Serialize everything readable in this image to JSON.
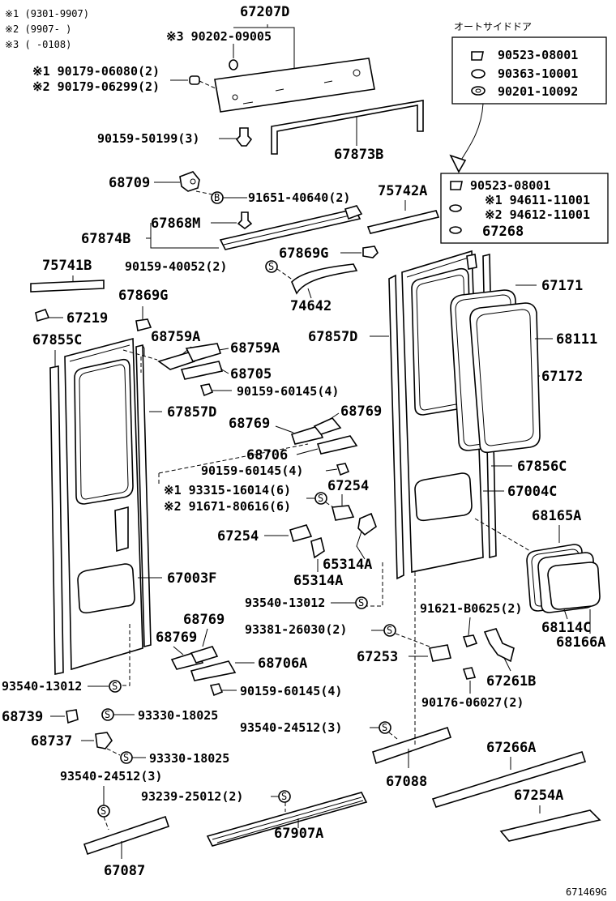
{
  "notes": [
    "※1 (9301-9907)",
    "※2 (9907-      )",
    "※3 (      -0108)"
  ],
  "side_door_title": "オートサイドドア",
  "footer_code": "671469G",
  "labels": {
    "p67207D": "67207D",
    "p90202": "※3 90202-09005",
    "p90179a": "※1 90179-06080(2)",
    "p90179b": "※2 90179-06299(2)",
    "p90159_50199": "90159-50199(3)",
    "p67873B": "67873B",
    "box1_1": "90523-08001",
    "box1_2": "90363-10001",
    "box1_3": "90201-10092",
    "box2_1": "90523-08001",
    "box2_2": "※1 94611-11001",
    "box2_3": "※2 94612-11001",
    "box2_4": "67268",
    "p68709": "68709",
    "p91651": "91651-40640(2)",
    "p75742A": "75742A",
    "p67868M": "67868M",
    "p67874B": "67874B",
    "p67869G_a": "67869G",
    "p90159_40052": "90159-40052(2)",
    "p74642": "74642",
    "p75741B": "75741B",
    "p67869G_b": "67869G",
    "p67219": "67219",
    "p67855C": "67855C",
    "p68759A_a": "68759A",
    "p68759A_b": "68759A",
    "p68705": "68705",
    "p90159_60145_a": "90159-60145(4)",
    "p67857D_left": "67857D",
    "p67857D_right": "67857D",
    "p68769_a": "68769",
    "p68769_b": "68769",
    "p68706": "68706",
    "p90159_60145_b": "90159-60145(4)",
    "p193315": "※1 93315-16014(6)",
    "p291671": "※2 91671-80616(6)",
    "p67254_a": "67254",
    "p67254_b": "67254",
    "p65314A_a": "65314A",
    "p65314A_b": "65314A",
    "p67003F": "67003F",
    "p67171": "67171",
    "p68111": "68111",
    "p67172": "67172",
    "p67856C": "67856C",
    "p67004C": "67004C",
    "p68165A": "68165A",
    "p68114C": "68114C",
    "p68166A": "68166A",
    "p93540_13012_a": "93540-13012",
    "p91621": "91621-B0625(2)",
    "p93381": "93381-26030(2)",
    "p67253": "67253",
    "p67261B": "67261B",
    "p90176": "90176-06027(2)",
    "p68769_c": "68769",
    "p68769_d": "68769",
    "p68706A": "68706A",
    "p90159_60145_c": "90159-60145(4)",
    "p93540_13012_b": "93540-13012",
    "p68739": "68739",
    "p93330_a": "93330-18025",
    "p68737": "68737",
    "p93330_b": "93330-18025",
    "p93540_24512_a": "93540-24512(3)",
    "p67088": "67088",
    "p93540_24512_b": "93540-24512(3)",
    "p93239": "93239-25012(2)",
    "p67266A": "67266A",
    "p67254A": "67254A",
    "p67087": "67087",
    "p67907A": "67907A"
  },
  "symbols": {
    "screw_mark": "S",
    "bolt_mark": "B"
  }
}
